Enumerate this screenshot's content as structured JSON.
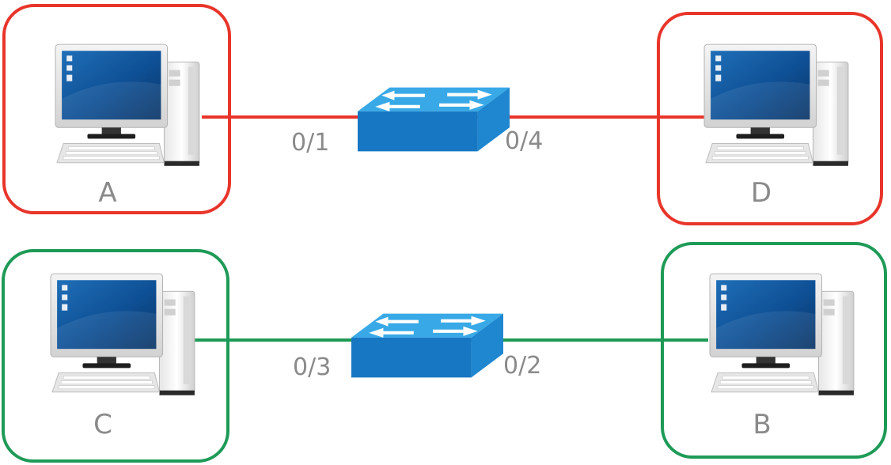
{
  "colors": {
    "red": "#e8352a",
    "green": "#1e9a57",
    "switch_top": "#38a9e6",
    "switch_side": "#1f86d0",
    "switch_front": "#1877c2",
    "label_gray": "#8a8a8a"
  },
  "computers": [
    {
      "id": "A",
      "label": "A",
      "group": "red"
    },
    {
      "id": "D",
      "label": "D",
      "group": "red"
    },
    {
      "id": "C",
      "label": "C",
      "group": "green"
    },
    {
      "id": "B",
      "label": "B",
      "group": "green"
    }
  ],
  "switches": [
    {
      "id": "switch-top",
      "icon": "network-switch-icon",
      "group": "red"
    },
    {
      "id": "switch-bottom",
      "icon": "network-switch-icon",
      "group": "green"
    }
  ],
  "ports": {
    "p01": "0/1",
    "p04": "0/4",
    "p03": "0/3",
    "p02": "0/2"
  },
  "links": [
    {
      "from": "A",
      "to": "switch-top",
      "port": "0/1",
      "group": "red"
    },
    {
      "from": "switch-top",
      "to": "D",
      "port": "0/4",
      "group": "red"
    },
    {
      "from": "C",
      "to": "switch-bottom",
      "port": "0/3",
      "group": "green"
    },
    {
      "from": "switch-bottom",
      "to": "B",
      "port": "0/2",
      "group": "green"
    }
  ]
}
